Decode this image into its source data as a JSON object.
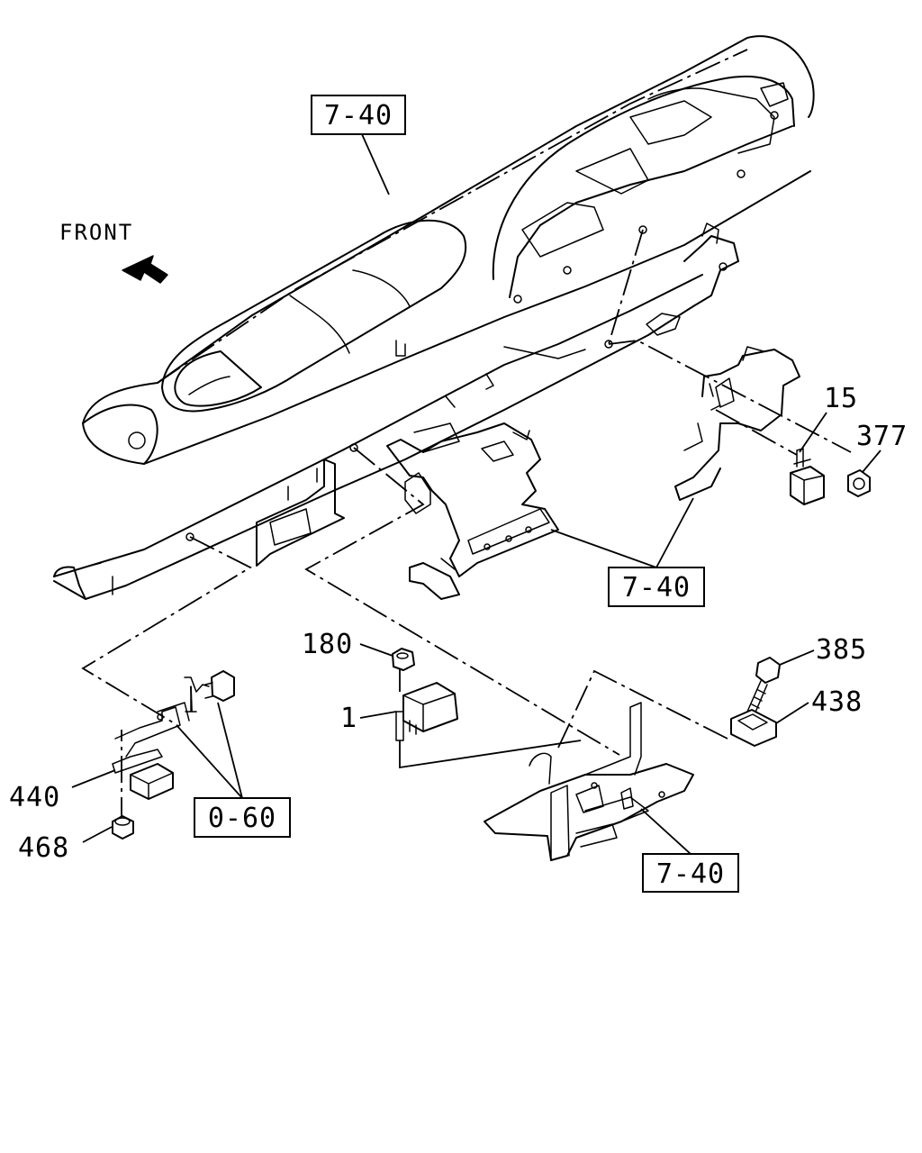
{
  "front_label": "FRONT",
  "ref_boxes": {
    "top": "7-40",
    "middle": "7-40",
    "bottom": "7-40",
    "left": "0-60"
  },
  "callouts": {
    "p15": "15",
    "p377": "377",
    "p180": "180",
    "p1": "1",
    "p385": "385",
    "p438": "438",
    "p440": "440",
    "p468": "468"
  }
}
